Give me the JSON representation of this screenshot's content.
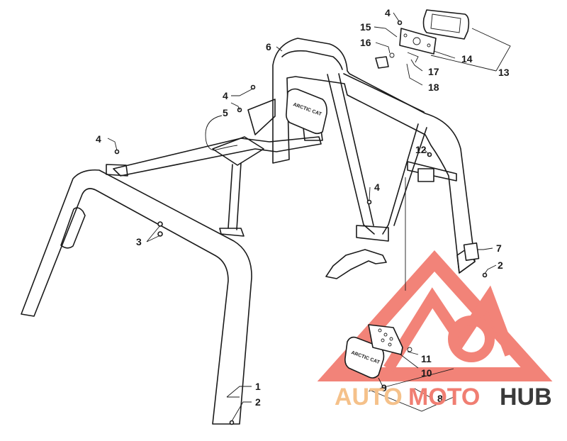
{
  "diagram": {
    "callouts": [
      {
        "id": "c1",
        "label": "1"
      },
      {
        "id": "c2a",
        "label": "2"
      },
      {
        "id": "c2b",
        "label": "2"
      },
      {
        "id": "c3",
        "label": "3"
      },
      {
        "id": "c4a",
        "label": "4"
      },
      {
        "id": "c4b",
        "label": "4"
      },
      {
        "id": "c4c",
        "label": "4"
      },
      {
        "id": "c4d",
        "label": "4"
      },
      {
        "id": "c5",
        "label": "5"
      },
      {
        "id": "c6",
        "label": "6"
      },
      {
        "id": "c7",
        "label": "7"
      },
      {
        "id": "c8",
        "label": "8"
      },
      {
        "id": "c9",
        "label": "9"
      },
      {
        "id": "c10",
        "label": "10"
      },
      {
        "id": "c11",
        "label": "11"
      },
      {
        "id": "c12",
        "label": "12"
      },
      {
        "id": "c13",
        "label": "13"
      },
      {
        "id": "c14",
        "label": "14"
      },
      {
        "id": "c15",
        "label": "15"
      },
      {
        "id": "c16",
        "label": "16"
      },
      {
        "id": "c17",
        "label": "17"
      },
      {
        "id": "c18",
        "label": "18"
      }
    ],
    "plate_text": "ARCTIC CAT"
  },
  "watermark": {
    "text_a": "AUTO",
    "text_b": "MOTO",
    "text_c": "HUB",
    "color_a": "#f5c18a",
    "color_b": "#f07e72",
    "color_c": "#3a3a3a",
    "logo_color": "#ee5a4c"
  }
}
